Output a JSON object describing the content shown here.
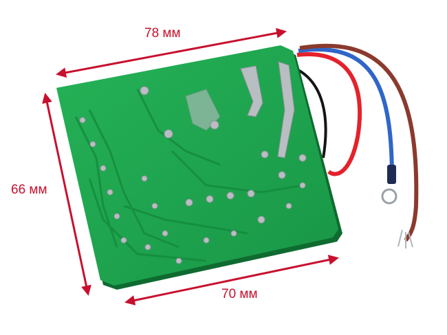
{
  "dimensions": {
    "top": "78 мм",
    "left": "66 мм",
    "bottom": "70 мм"
  },
  "colors": {
    "dimension": "#c8102e",
    "pcb": "#1fa84f",
    "pcb_dark": "#148a3d",
    "solder": "#b9bec3",
    "wire_red": "#e4222b",
    "wire_blue": "#2f66c8",
    "wire_brown": "#8b3a2e",
    "wire_black": "#151515"
  }
}
